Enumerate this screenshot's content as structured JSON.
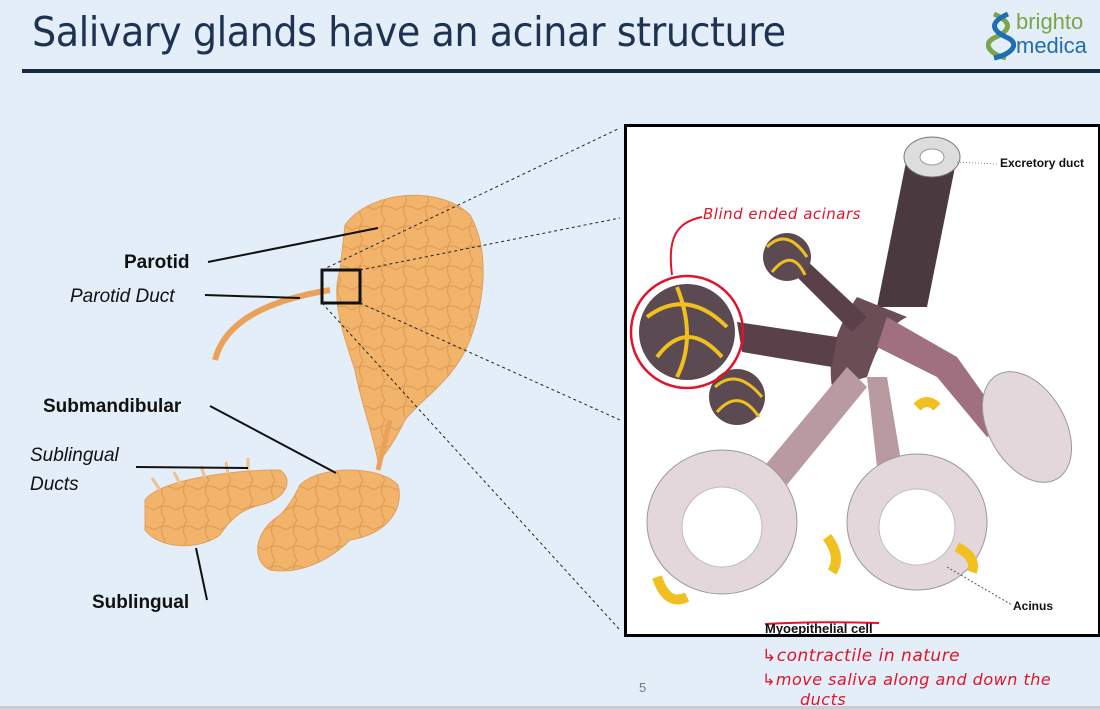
{
  "slide": {
    "title": "Salivary glands have an acinar structure",
    "page_number": "5"
  },
  "logo": {
    "line1": "brighto",
    "line2": "medica",
    "icon": "dna-helix-icon",
    "green": "#7aa54a",
    "blue": "#1f6db5"
  },
  "left_figure": {
    "labels": {
      "parotid": "Parotid",
      "parotid_duct": "Parotid Duct",
      "submandibular": "Submandibular",
      "sublingual_ducts_1": "Sublingual",
      "sublingual_ducts_2": "Ducts",
      "sublingual": "Sublingual"
    },
    "gland_color": "#f2b36a"
  },
  "right_figure": {
    "labels": {
      "excretory_duct": "Excretory duct",
      "acinus": "Acinus",
      "myoepithelial_cell": "Myoepithelial cell"
    }
  },
  "annotations": {
    "blind_ended": "Blind ended acinars",
    "note1": "↳contractile in nature",
    "note2": "↳move saliva along and down the",
    "note3": "ducts",
    "color": "#e0142b"
  }
}
